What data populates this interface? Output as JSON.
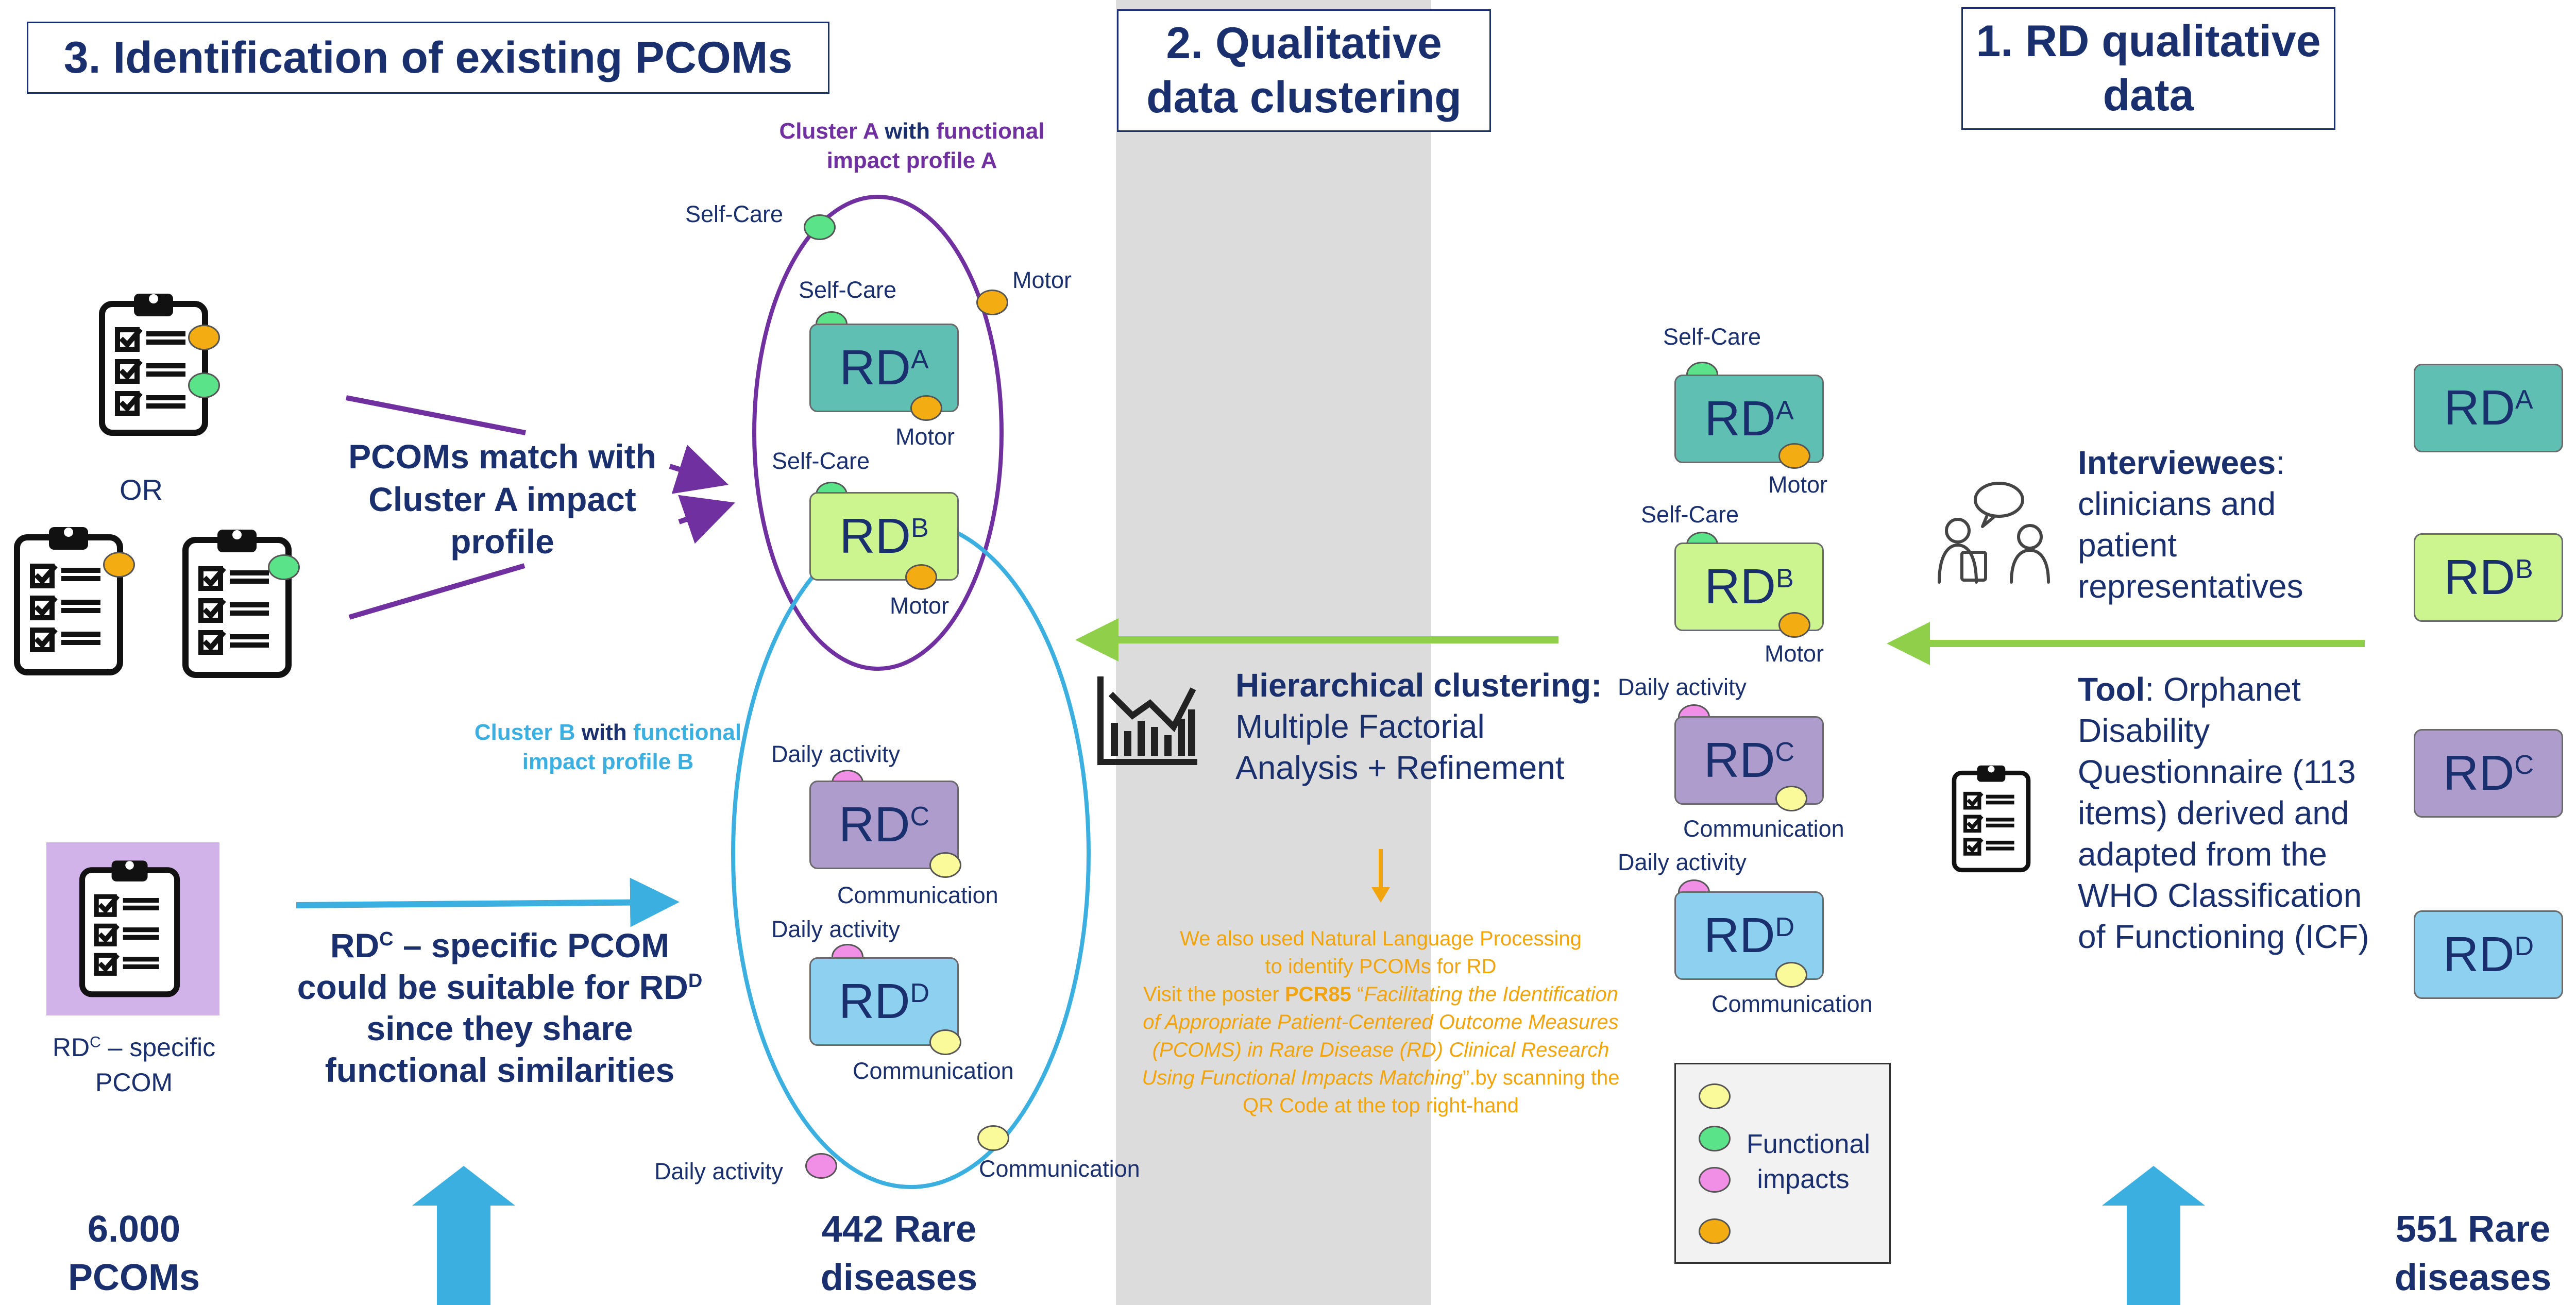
{
  "titles": {
    "step3": "3. Identification of existing PCOMs",
    "step2": "2. Qualitative data clustering",
    "step1": "1. RD qualitative data"
  },
  "cluster_a": {
    "label_part1": "Cluster A",
    "label_with": " with ",
    "label_part2": "functional impact profile A"
  },
  "cluster_b": {
    "label_part1": "Cluster B",
    "label_with": " with ",
    "label_part2": "functional impact profile B"
  },
  "impacts": {
    "self_care": "Self-Care",
    "motor": "Motor",
    "daily_activity": "Daily activity",
    "communication": "Communication"
  },
  "rd": {
    "base": "RD",
    "a": "A",
    "b": "B",
    "c": "C",
    "d": "D"
  },
  "left": {
    "or": "OR",
    "pcoms_match": "PCOMs match with Cluster A impact profile",
    "rdc_specific_1": "RD",
    "rdc_specific_sup": "C",
    "rdc_specific_2": " – specific PCOM",
    "suitable_p1": "RD",
    "suitable_sup1": "C",
    "suitable_p2": " – specific PCOM could be suitable for ",
    "suitable_p3": "RD",
    "suitable_sup2": "D",
    "suitable_p4": " since they share functional similarities",
    "count_pcoms": "6.000 PCOMs"
  },
  "middle": {
    "count_rare": "442 Rare diseases",
    "hier_bold": "Hierarchical clustering:",
    "hier_rest": " Multiple Factorial Analysis + Refinement",
    "nlp_1": "We also used Natural Language Processing",
    "nlp_2": "to identify PCOMs for RD",
    "nlp_3": "Visit the poster ",
    "nlp_poster": "PCR85",
    "nlp_4": " “",
    "nlp_title": "Facilitating the Identification of Appropriate Patient-Centered Outcome Measures (PCOMS) in Rare Disease (RD) Clinical Research Using Functional Impacts Matching",
    "nlp_5": "”.by scanning the QR Code at the top right-hand"
  },
  "legend": {
    "label": "Functional impacts"
  },
  "right": {
    "interviewees_bold": "Interviewees",
    "interviewees_rest": ": clinicians and patient representatives",
    "tool_bold": "Tool",
    "tool_rest": ": Orphanet Disability Questionnaire (113 items) derived and adapted from the WHO Classification of Functioning (ICF)",
    "count_rare": "551 Rare diseases"
  },
  "colors": {
    "navy": "#1a2f6e",
    "purple": "#7030a0",
    "cyan": "#3bb0e0",
    "green_arrow": "#8fcf4a",
    "orange": "#f2a40c",
    "rd_a": "#5fbfb3",
    "rd_b": "#ccf590",
    "rd_c": "#ad9ccc",
    "rd_d": "#8dd0ef"
  }
}
